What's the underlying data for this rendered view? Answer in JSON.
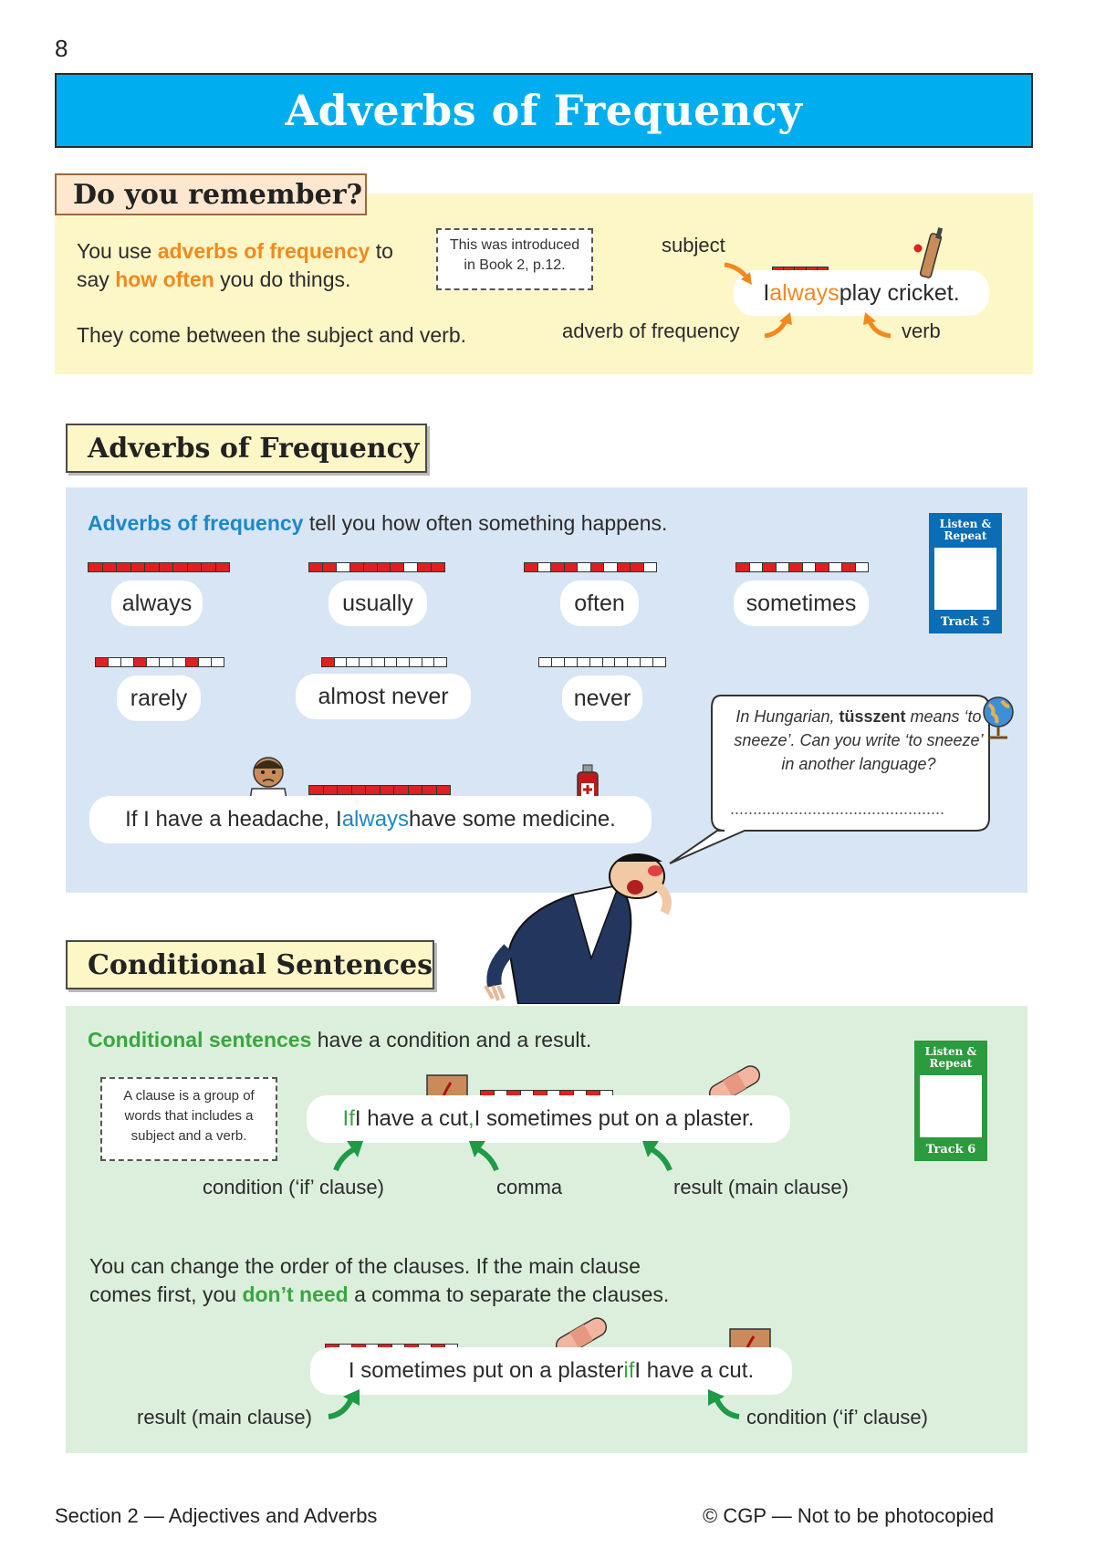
{
  "page_number": "8",
  "title": "Adverbs of Frequency",
  "remember": {
    "heading": "Do you remember?",
    "line1_a": "You use ",
    "line1_hl": "adverbs of frequency",
    "line1_b": " to",
    "line2_a": "say ",
    "line2_hl": "how often",
    "line2_b": " you do things.",
    "line3": "They come between the subject and verb.",
    "note": "This was introduced in Book 2, p.12.",
    "example_a": "I ",
    "example_adverb": "always",
    "example_b": " play cricket.",
    "label_subject": "subject",
    "label_adverb": "adverb of frequency",
    "label_verb": "verb"
  },
  "adverbs": {
    "heading": "Adverbs of Frequency",
    "intro_hl": "Adverbs of frequency",
    "intro_rest": " tell you how often something happens.",
    "words": [
      {
        "word": "always",
        "level": 10
      },
      {
        "word": "usually",
        "level": 8
      },
      {
        "word": "often",
        "level": 6
      },
      {
        "word": "sometimes",
        "level": 5
      },
      {
        "word": "rarely",
        "level": 3
      },
      {
        "word": "almost never",
        "level": 1
      },
      {
        "word": "never",
        "level": 0
      }
    ],
    "example_a": "If I have a headache, I ",
    "example_adverb": "always",
    "example_b": " have some medicine.",
    "track": {
      "listen": "Listen & Repeat",
      "number": "Track 5"
    },
    "speech": {
      "text_a": "In Hungarian, ",
      "word": "tüsszent",
      "text_b": " means ‘to sneeze’. Can you write ‘to sneeze’ in another language?",
      "blank": "..............................................."
    }
  },
  "conditional": {
    "heading": "Conditional Sentences",
    "intro_hl": "Conditional sentences",
    "intro_rest": " have a condition and a result.",
    "note": "A clause is a group of words that includes a subject and a verb.",
    "example1_if": "If",
    "example1_a": " I have a cut",
    "example1_comma": ",",
    "example1_b": " I sometimes put on a plaster.",
    "label_condition": "condition (‘if’ clause)",
    "label_comma": "comma",
    "label_result": "result (main clause)",
    "para1": "You can change the order of the clauses.  If the main clause",
    "para2_a": "comes first, you ",
    "para2_hl": "don’t need",
    "para2_b": " a comma to separate the clauses.",
    "example2_a": "I sometimes put on a plaster ",
    "example2_if": "if",
    "example2_b": " I have a cut.",
    "label2_result": "result (main clause)",
    "label2_condition": "condition (‘if’ clause)",
    "track": {
      "listen": "Listen & Repeat",
      "number": "Track 6"
    }
  },
  "footer": {
    "left": "Section 2 — Adjectives and Adverbs",
    "right": "© CGP — Not to be photocopied"
  },
  "colors": {
    "title_bar": "#00aeef",
    "remember_bg": "#fdf6c7",
    "adverbs_bg": "#d8e5f5",
    "conditional_bg": "#dcefdc",
    "accent_orange": "#f08a1e",
    "accent_blue": "#1c88c7",
    "accent_green": "#3aa641",
    "scale_red": "#e02020"
  },
  "icons": [
    "cricket-bat-icon",
    "worried-face-icon",
    "medicine-bottle-icon",
    "globe-icon",
    "sneezing-man-illustration",
    "cut-finger-icon",
    "plaster-icon",
    "arrow-icon"
  ]
}
